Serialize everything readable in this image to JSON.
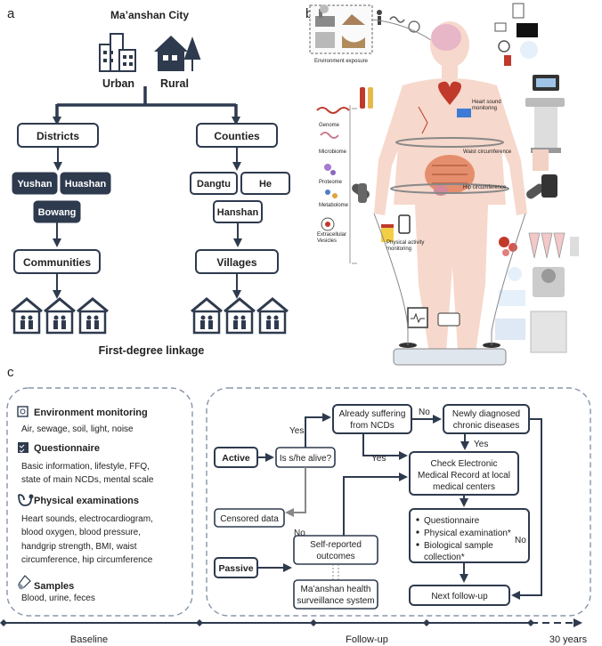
{
  "panel_labels": {
    "a": "a",
    "b": "b",
    "c": "c"
  },
  "a": {
    "city": "Ma’anshan City",
    "urban": "Urban",
    "rural": "Rural",
    "districts": "Districts",
    "counties": "Counties",
    "district_names": [
      "Yushan",
      "Huashan",
      "Bowang"
    ],
    "county_names": [
      "Dangtu",
      "He",
      "Hanshan"
    ],
    "communities": "Communities",
    "villages": "Villages",
    "linkage": "First-degree linkage"
  },
  "b": {
    "environment_exposure": "Environment exposure",
    "heart_sound": [
      "Heart sound",
      "monitoring"
    ],
    "waist": "Waist circumference",
    "hip": "Hip circumference",
    "omics": [
      "Genome",
      "Microbiome",
      "Proteome",
      "Metabolome",
      "Extracellular",
      "Vesicles"
    ],
    "physical_activity": [
      "Physical activity",
      "monitoring"
    ]
  },
  "c": {
    "baseline": {
      "env_title": "Environment monitoring",
      "env_items": "Air, sewage, soil, light, noise",
      "q_title": "Questionnaire",
      "q_items": [
        "Basic information, lifestyle, FFQ,",
        "state of main NCDs, mental scale"
      ],
      "pe_title": "Physical examinations",
      "pe_items": [
        "Heart sounds, electrocardiogram,",
        "blood oxygen, blood pressure,",
        "handgrip strength, BMI, waist",
        "circumference, hip circumference"
      ],
      "s_title": "Samples",
      "s_items": "Blood, urine, feces"
    },
    "followup": {
      "active": "Active",
      "passive": "Passive",
      "alive": "Is s/he alive?",
      "yes": "Yes",
      "no": "No",
      "already": [
        "Already suffering",
        "from NCDs"
      ],
      "newly": [
        "Newly diagnosed",
        "chronic diseases"
      ],
      "check": [
        "Check Electronic",
        "Medical Record at local",
        "medical centers"
      ],
      "censored": "Censored data",
      "self": [
        "Self-reported",
        "outcomes"
      ],
      "system": [
        "Ma’anshan health",
        "surveillance system"
      ],
      "list": [
        "Questionnaire",
        "Physical examination*",
        "Biological sample",
        "collection*"
      ],
      "next": "Next follow-up"
    },
    "timeline": {
      "baseline": "Baseline",
      "followup": "Follow-up",
      "end": "30 years"
    }
  }
}
